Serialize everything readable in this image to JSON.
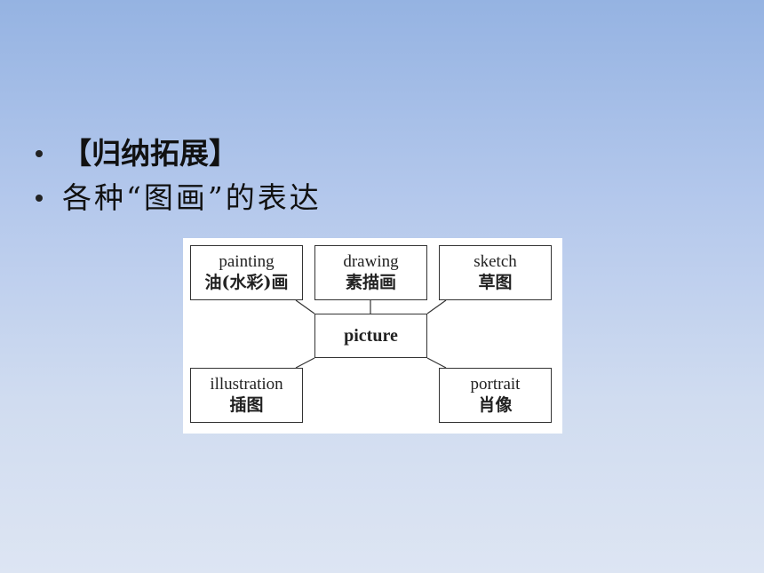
{
  "bullets": [
    {
      "text": "【归纳拓展】"
    },
    {
      "text": "各种“图画”的表达"
    }
  ],
  "diagram": {
    "center": {
      "en": "picture"
    },
    "nodes": {
      "painting": {
        "en": "painting",
        "zh": "油(水彩)画"
      },
      "drawing": {
        "en": "drawing",
        "zh": "素描画"
      },
      "sketch": {
        "en": "sketch",
        "zh": "草图"
      },
      "illustration": {
        "en": "illustration",
        "zh": "插图"
      },
      "portrait": {
        "en": "portrait",
        "zh": "肖像"
      }
    }
  }
}
